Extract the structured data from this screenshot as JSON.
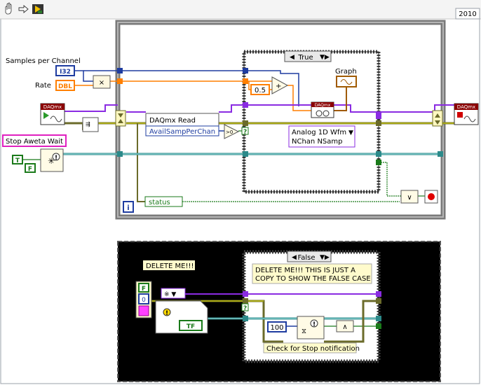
{
  "toolbar": {
    "year_label": "2010",
    "icons": [
      "hand-icon",
      "arrow-icon",
      "run-arrow-icon"
    ]
  },
  "diagram": {
    "samples_label": "Samples per Channel",
    "samples_type": "I32",
    "rate_label": "Rate",
    "rate_type": "DBL",
    "stop_label": "Stop Aweta Wait",
    "true_const": "T",
    "false_const": "F",
    "daqmx_tag": "DAQmx",
    "daqmx_read_label": "DAQmx Read",
    "avail_samp_label": "AvailSampPerChan",
    "case_true_label": "True",
    "graph_label": "Graph",
    "const_half": "0.5",
    "waveform_label_1": "Analog 1D Wfm",
    "waveform_label_2": "NChan NSamp",
    "status_label": "status",
    "iter_label": "i",
    "gt_zero_label": ">0",
    "question_mark": "?"
  },
  "lower": {
    "delete_me_label": "DELETE ME!!!",
    "case_false_label": "False",
    "note_line_1": "DELETE ME!!!    THIS IS JUST A",
    "note_line_2": "COPY TO SHOW THE FALSE CASE",
    "f_const": "F",
    "zero_const": "0",
    "tf_label": "TF",
    "timeout_const": "100",
    "check_label": "Check for Stop notification",
    "question_mark": "?"
  }
}
